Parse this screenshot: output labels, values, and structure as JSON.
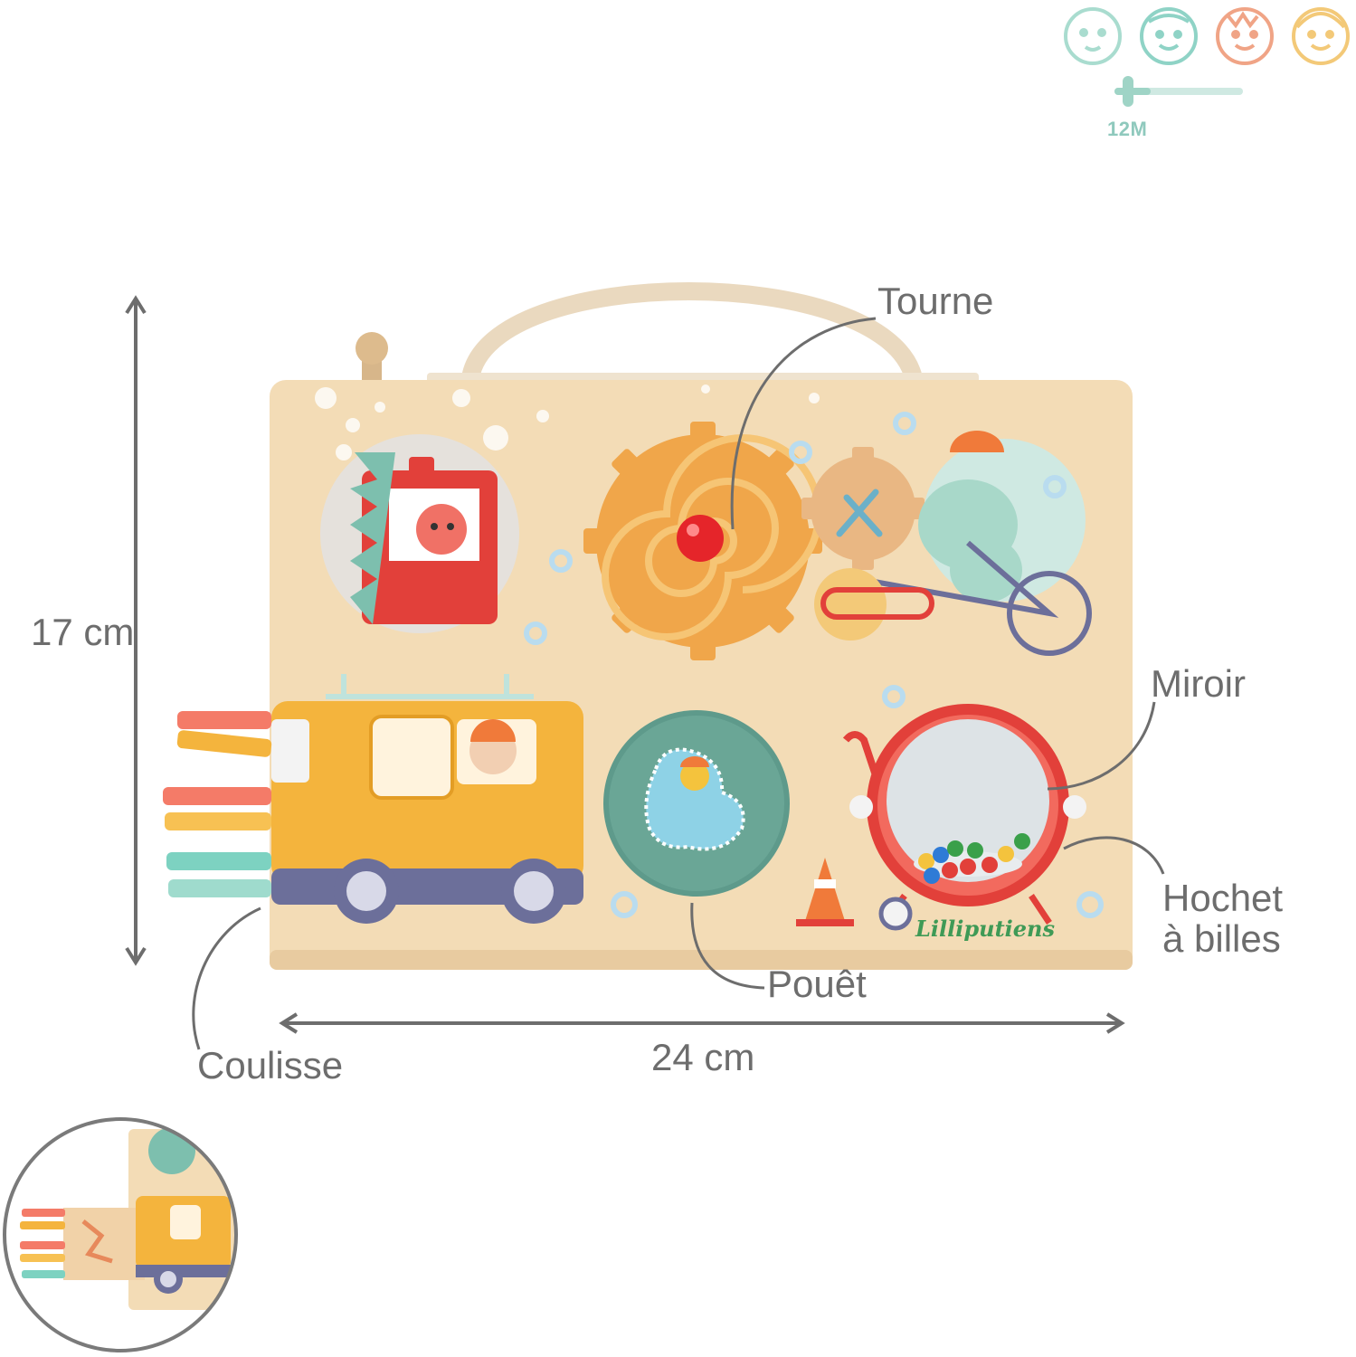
{
  "age": {
    "label": "12M",
    "faces": [
      "baby-face-icon",
      "toddler-face-icon",
      "child-face-icon",
      "kid-face-icon"
    ],
    "colors": [
      "#a9dccf",
      "#8fd3c6",
      "#f0a486",
      "#f3c978"
    ]
  },
  "dimensions": {
    "height": "17 cm",
    "width": "24 cm"
  },
  "features": {
    "turn": "Tourne",
    "mirror": "Miroir",
    "rattle_line1": "Hochet",
    "rattle_line2": "à billes",
    "squeak": "Pouêt",
    "slide": "Coulisse"
  },
  "brand": "Lilliputiens",
  "colors": {
    "wood": "#f3dcb6",
    "truck": "#f4b43d",
    "gear": "#f4a64a",
    "red": "#e2403a",
    "teal": "#7dbfae",
    "text": "#6d6d6d"
  }
}
